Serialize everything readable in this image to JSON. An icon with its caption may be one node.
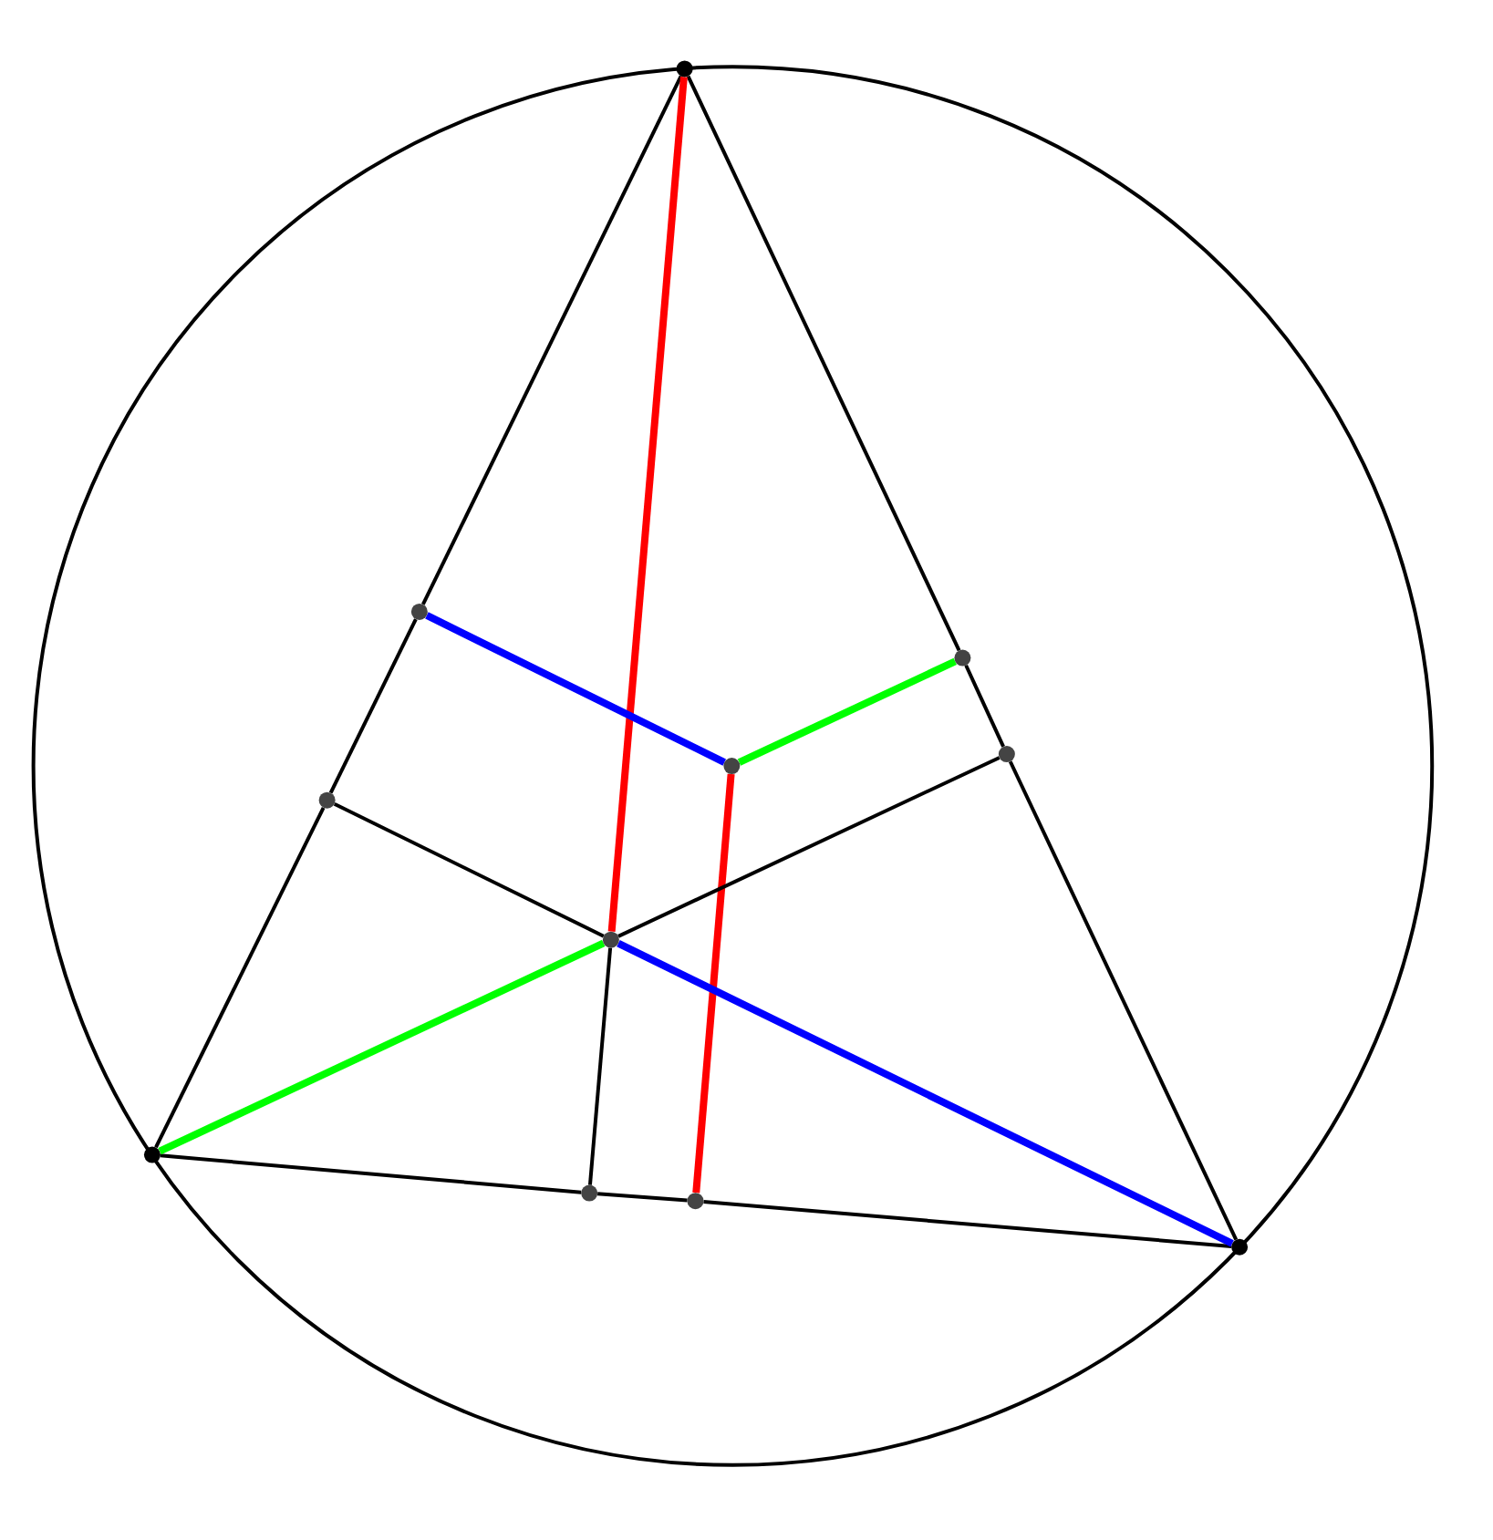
{
  "diagram": {
    "nodes": [
      {
        "text": [],
        "shape": "circle"
      },
      {
        "text": [],
        "shape": "circle"
      },
      {
        "text": [],
        "shape": "circle"
      },
      {
        "text": [],
        "shape": "circle"
      },
      {
        "text": [],
        "shape": "circle"
      },
      {
        "text": [],
        "shape": "circle"
      },
      {
        "text": [],
        "shape": "circle"
      },
      {
        "text": [],
        "shape": "circle"
      },
      {
        "text": [],
        "shape": "circle"
      },
      {
        "text": [],
        "shape": "circle"
      },
      {
        "text": [],
        "shape": "circle"
      }
    ],
    "edges": [
      {
        "from": 0,
        "to": 1,
        "arrow": "none"
      },
      {
        "from": 1,
        "to": 5,
        "arrow": "none"
      },
      {
        "from": 5,
        "to": 7,
        "arrow": "none"
      },
      {
        "from": 0,
        "to": 2,
        "arrow": "none"
      },
      {
        "from": 2,
        "to": 4,
        "arrow": "none"
      },
      {
        "from": 4,
        "to": 10,
        "arrow": "none"
      },
      {
        "from": 7,
        "to": 8,
        "arrow": "none"
      },
      {
        "from": 8,
        "to": 9,
        "arrow": "none"
      },
      {
        "from": 9,
        "to": 10,
        "arrow": "none"
      },
      {
        "from": 0,
        "to": 6,
        "arrow": "none",
        "style": "thick",
        "color": "#ff0000"
      },
      {
        "from": 3,
        "to": 9,
        "arrow": "none",
        "style": "thick",
        "color": "#ff0000"
      },
      {
        "from": 1,
        "to": 3,
        "arrow": "none",
        "style": "thick",
        "color": "#0000ff"
      },
      {
        "from": 6,
        "to": 10,
        "arrow": "none",
        "style": "thick",
        "color": "#0000ff"
      },
      {
        "from": 3,
        "to": 2,
        "arrow": "none",
        "style": "thick",
        "color": "#00ff00"
      },
      {
        "from": 7,
        "to": 6,
        "arrow": "none",
        "style": "thick",
        "color": "#00ff00"
      },
      {
        "from": 5,
        "to": 6,
        "arrow": "none"
      },
      {
        "from": 6,
        "to": 4,
        "arrow": "none"
      },
      {
        "from": 6,
        "to": 8,
        "arrow": "none"
      }
    ]
  }
}
